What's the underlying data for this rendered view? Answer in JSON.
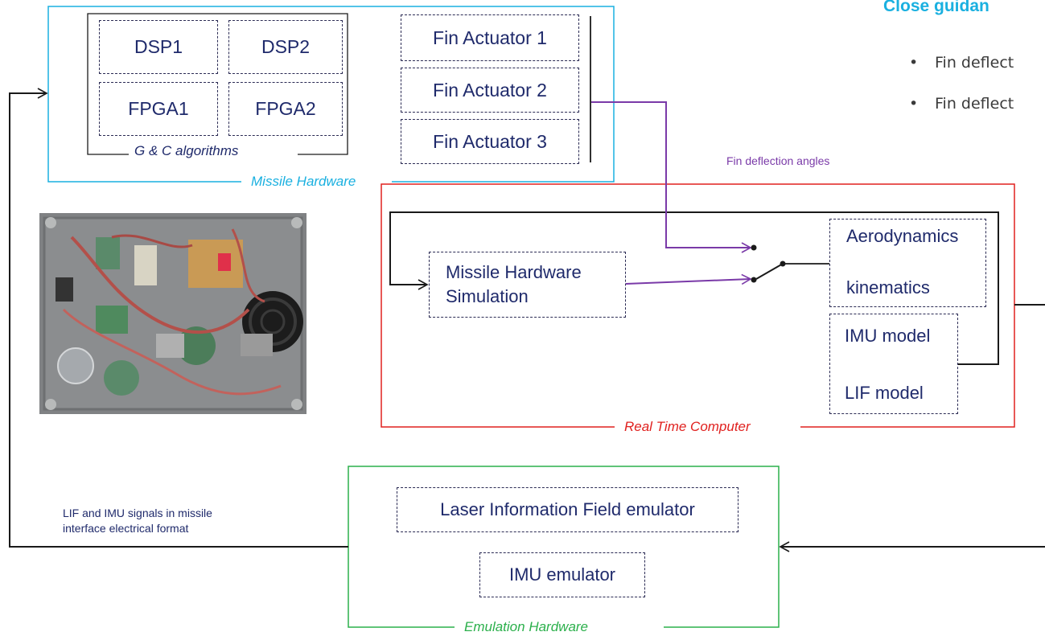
{
  "header": {
    "title": "Close guidan",
    "bullets": [
      "Fin deflect",
      "Fin deflect"
    ]
  },
  "missile_hardware": {
    "label": "Missile Hardware",
    "processors": [
      "DSP1",
      "DSP2",
      "FPGA1",
      "FPGA2"
    ],
    "algorithms_label": "G & C algorithms",
    "actuators": [
      "Fin Actuator 1",
      "Fin Actuator 2",
      "Fin Actuator 3"
    ]
  },
  "signals": {
    "fin_deflection": "Fin deflection angles",
    "lif_imu_line1": "LIF and IMU signals in missile",
    "lif_imu_line2": "interface electrical format"
  },
  "real_time_computer": {
    "label": "Real Time Computer",
    "sim_line1": "Missile Hardware",
    "sim_line2": "Simulation",
    "aero": "Aerodynamics",
    "kinematics": "kinematics",
    "imu_model": "IMU model",
    "lif_model": "LIF model"
  },
  "emulation_hardware": {
    "label": "Emulation Hardware",
    "lif_emulator": "Laser Information Field emulator",
    "imu_emulator": "IMU emulator"
  },
  "colors": {
    "missile": "#1ab0e0",
    "rtc": "#e0201e",
    "emulation": "#2cb04c",
    "signal": "#7a3aa8",
    "text": "#1f2a6b"
  }
}
